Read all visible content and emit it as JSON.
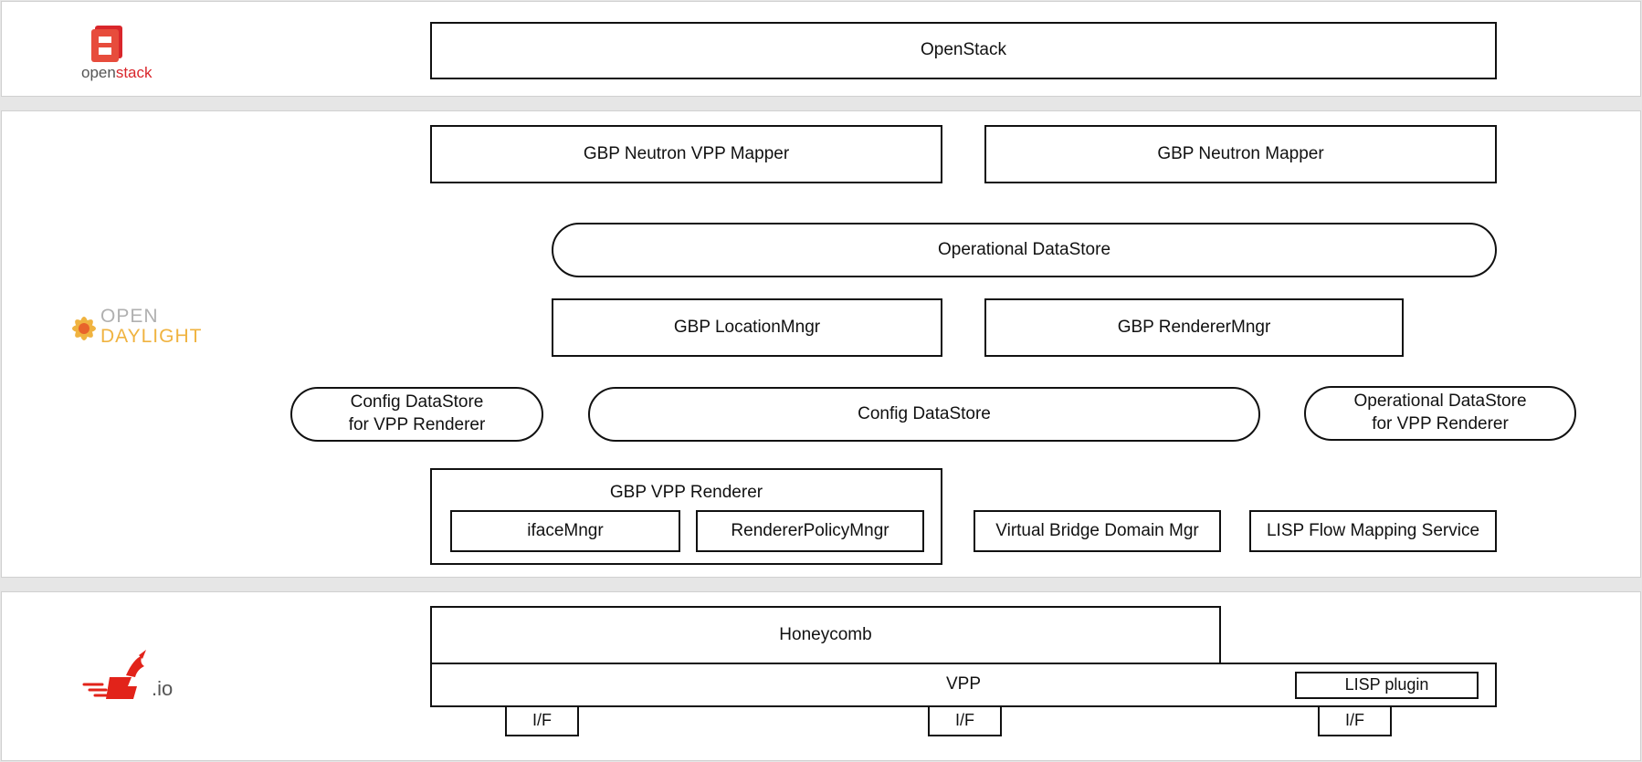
{
  "logos": {
    "openstack": {
      "prefix": "open",
      "suffix": "stack"
    },
    "opendaylight": {
      "line1": "OPEN",
      "line2": "DAYLIGHT"
    },
    "fdio": {
      "suffix": ".io"
    }
  },
  "openstack_layer": {
    "openstack": "OpenStack"
  },
  "odl_layer": {
    "gbp_neutron_vpp_mapper": "GBP Neutron VPP Mapper",
    "gbp_neutron_mapper": "GBP Neutron Mapper",
    "operational_datastore": "Operational DataStore",
    "gbp_location_mngr": "GBP LocationMngr",
    "gbp_renderer_mngr": "GBP RendererMngr",
    "config_datastore_vpp_l1": "Config DataStore",
    "config_datastore_vpp_l2": "for VPP Renderer",
    "config_datastore": "Config DataStore",
    "operational_datastore_vpp_l1": "Operational DataStore",
    "operational_datastore_vpp_l2": "for VPP Renderer",
    "gbp_vpp_renderer": "GBP VPP Renderer",
    "iface_mngr": "ifaceMngr",
    "renderer_policy_mngr": "RendererPolicyMngr",
    "virtual_bridge_domain_mgr": "Virtual Bridge Domain Mgr",
    "lisp_flow_mapping_service": "LISP Flow Mapping Service"
  },
  "fdio_layer": {
    "honeycomb": "Honeycomb",
    "vpp": "VPP",
    "lisp_plugin": "LISP plugin",
    "interfaces": [
      "I/F",
      "I/F",
      "I/F"
    ]
  },
  "colors": {
    "openstack_red": "#d9262b",
    "odl_orange": "#f0b340",
    "fdio_red": "#e2231a",
    "border": "#111111"
  }
}
